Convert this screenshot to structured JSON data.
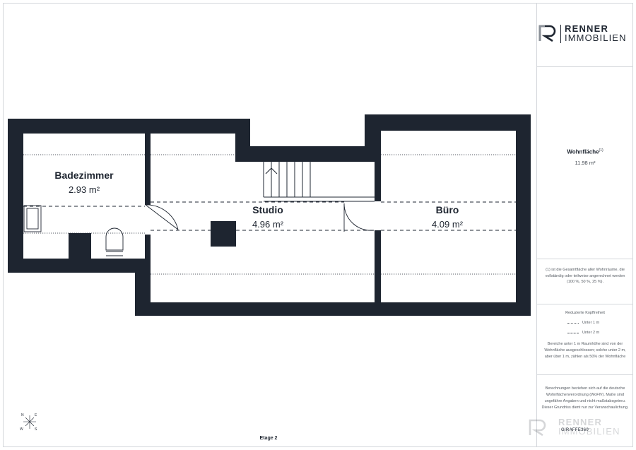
{
  "brand": {
    "name": "RENNER",
    "subname": "IMMOBILIEN"
  },
  "summary": {
    "label": "Wohnfläche",
    "footnote_mark": "(1)",
    "value": "11.98 m²"
  },
  "footnote": "(1) ist die Gesamtfläche aller Wohnräume, die vollständig oder teilweise angerechnet werden (100 %, 50 %, 25 %).",
  "legend": {
    "title": "Reduzierte Kopffreiheit",
    "items": [
      {
        "label": "Unter 1 m",
        "style": "dotted"
      },
      {
        "label": "Unter 2 m",
        "style": "dashed"
      }
    ],
    "description": "Bereiche unter 1 m Raumhöhe sind von der Wohnfläche ausgeschlossen; solche unter 2 m, aber über 1 m, zählen als 50% der Wohnfläche"
  },
  "disclaimer": "Berechnungen beziehen sich auf die deutsche Wohnflächenverordnung (WoFlV). Maße sind ungefähre Angaben und nicht maßstabsgetreu. Dieser Grundriss dient nur zur Veranschaulichung.",
  "credit": "GIRAFFE360",
  "floor_label": "Etage 2",
  "compass": {
    "n": "N",
    "e": "E",
    "w": "W",
    "s": "S"
  },
  "rooms": [
    {
      "name": "Badezimmer",
      "area": "2.93 m²"
    },
    {
      "name": "Studio",
      "area": "4.96 m²"
    },
    {
      "name": "Büro",
      "area": "4.09 m²"
    }
  ],
  "colors": {
    "wall": "#1e2530",
    "text": "#1e2530",
    "frame": "#d4d7db"
  }
}
